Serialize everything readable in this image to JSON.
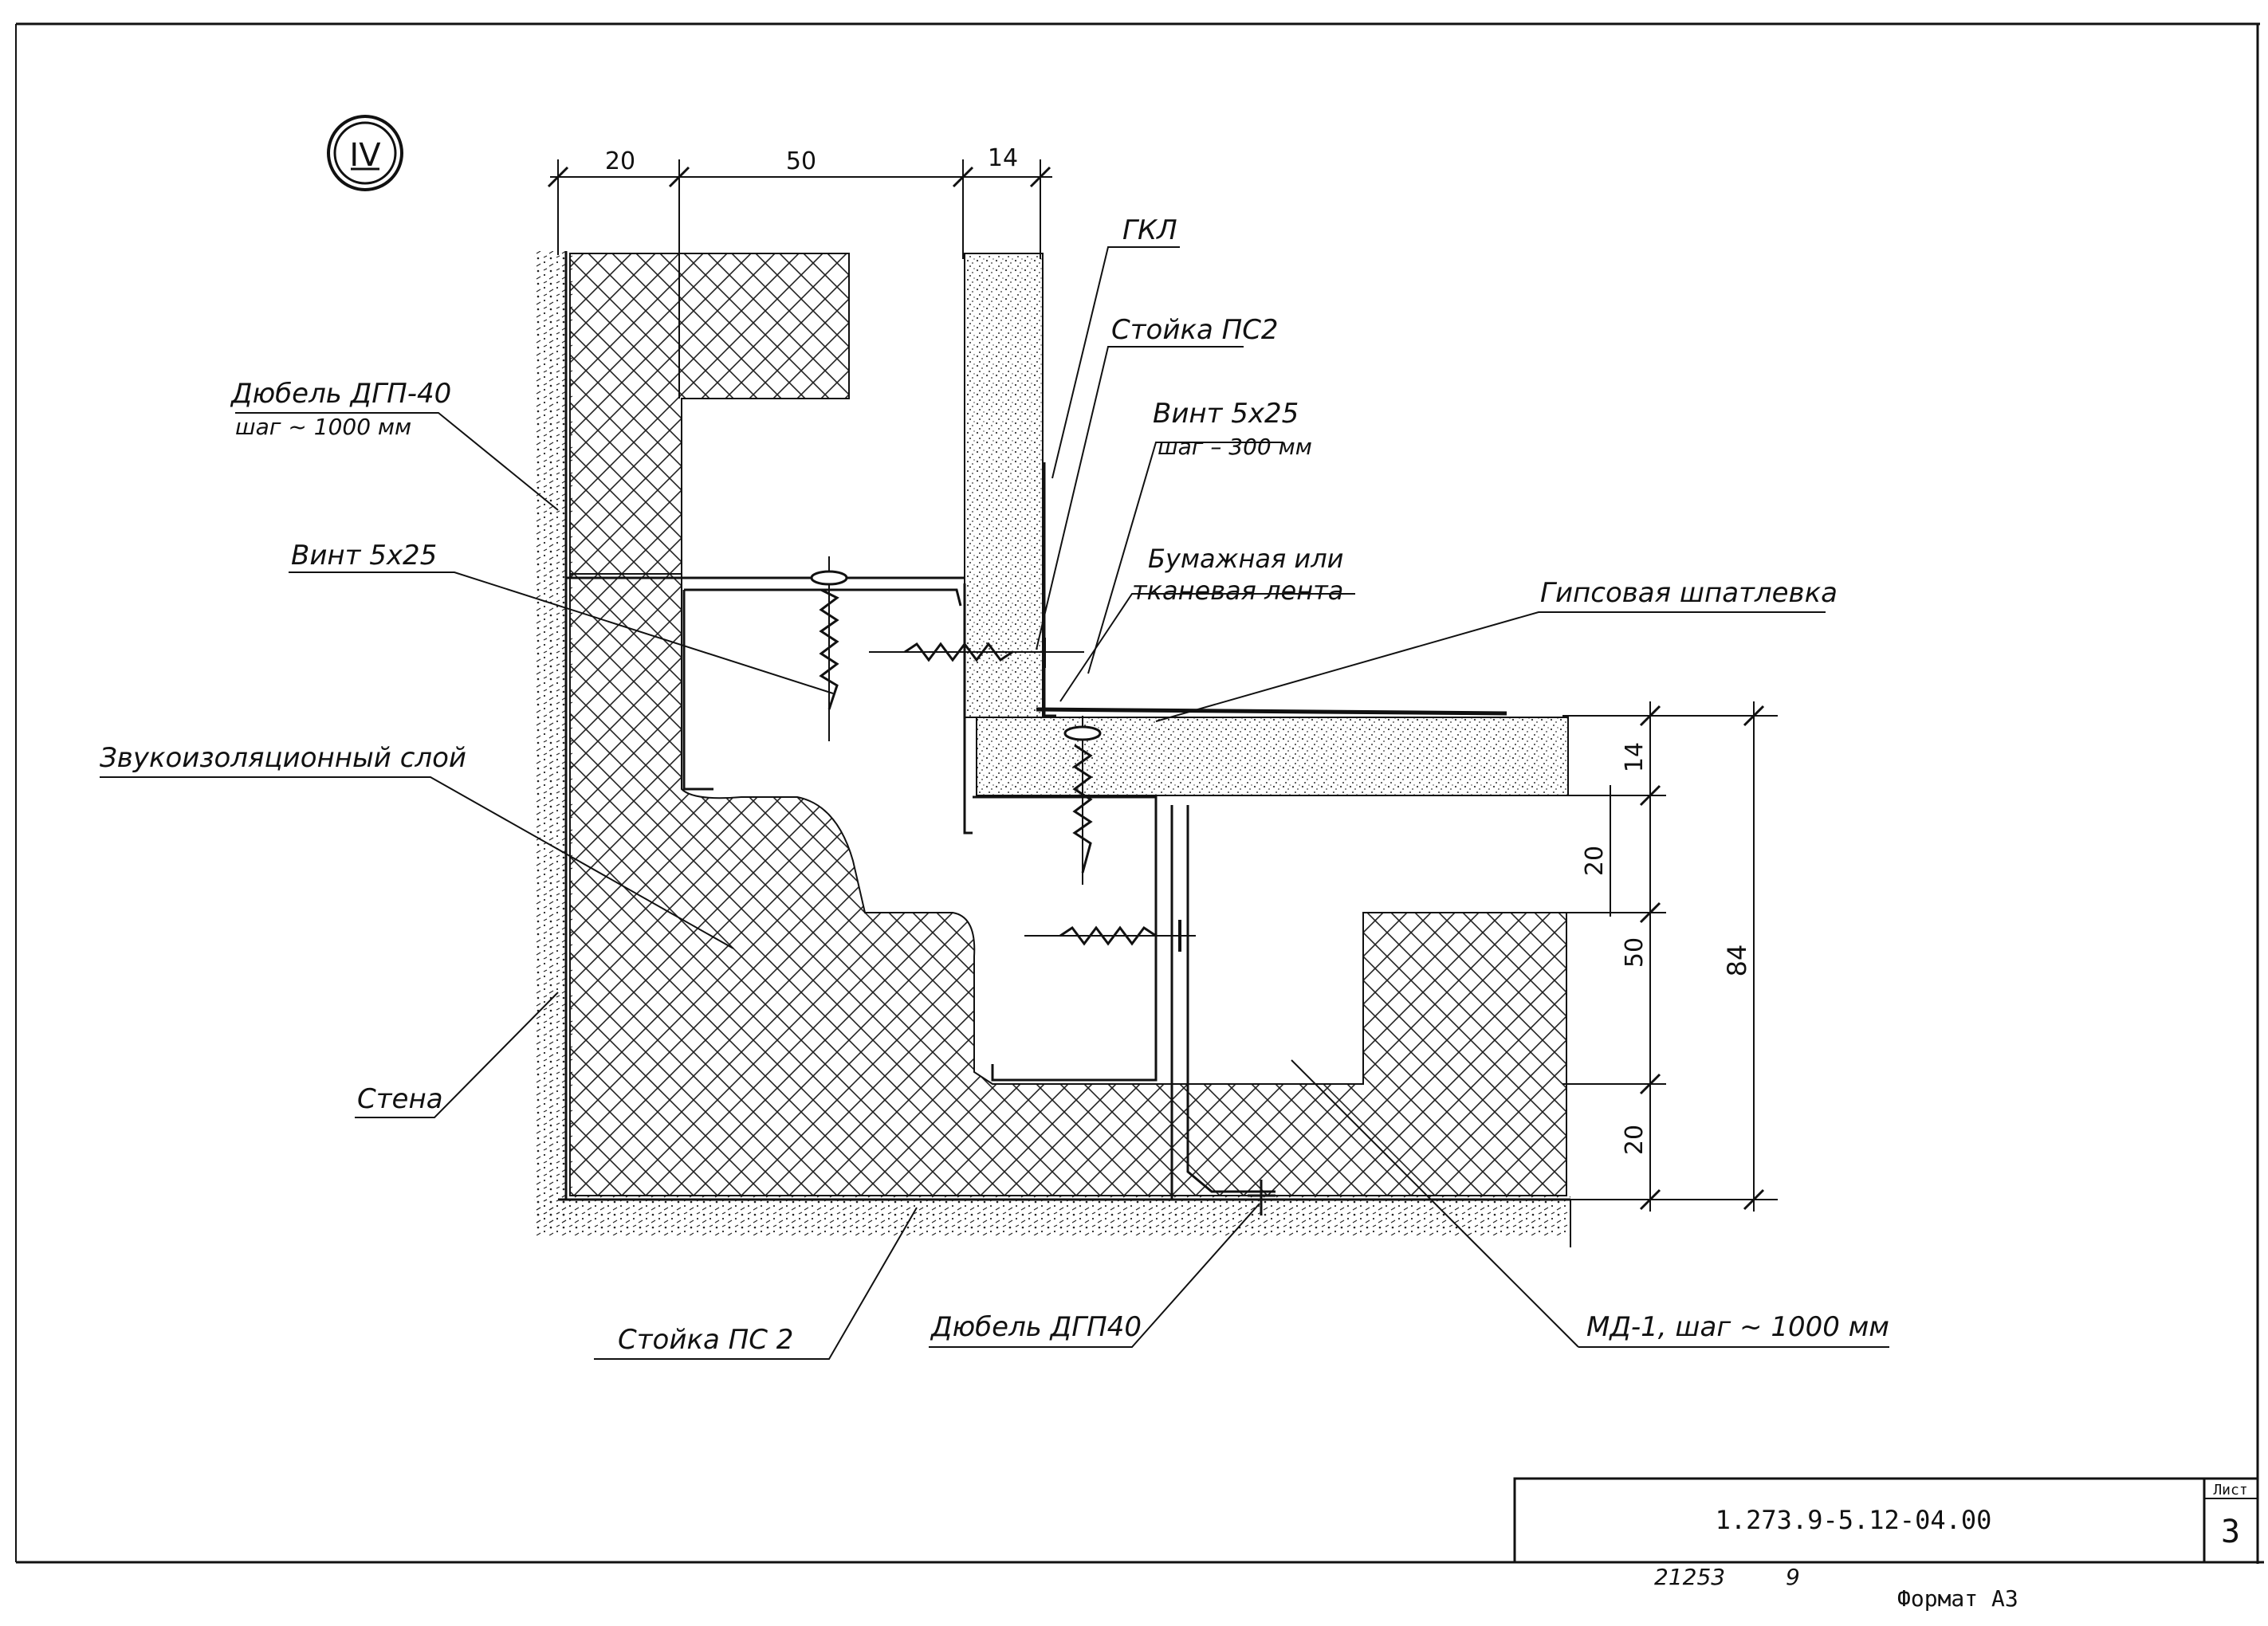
{
  "detail_marker": "IV",
  "dimensions": {
    "top": [
      "20",
      "50",
      "14"
    ],
    "right": [
      "14",
      "20",
      "50",
      "20"
    ],
    "total": "84"
  },
  "labels": {
    "gkl": "ГКЛ",
    "stud_ps2_top": "Стойка ПС2",
    "screw_right": "Винт 5х25",
    "screw_right_step": "шаг – 300 мм",
    "dowel_left": "Дюбель ДГП-40",
    "dowel_left_step": "шаг ~ 1000 мм",
    "screw_left": "Винт 5х25",
    "tape_line1": "Бумажная или",
    "tape_line2": "тканевая лента",
    "putty": "Гипсовая шпатлевка",
    "sound_layer": "Звукоизоляционный слой",
    "wall": "Стена",
    "stud_ps2_bottom": "Стойка ПС 2",
    "dowel_bottom": "Дюбель ДГП40",
    "md": "МД-1,   шаг ~ 1000 мм"
  },
  "title_block": {
    "doc_code": "1.273.9-5.12-04.00",
    "sheet_label": "Лист",
    "sheet_number": "3"
  },
  "footer": {
    "inventory_number": "21253",
    "small_number": "9",
    "format": "Формат А3"
  }
}
